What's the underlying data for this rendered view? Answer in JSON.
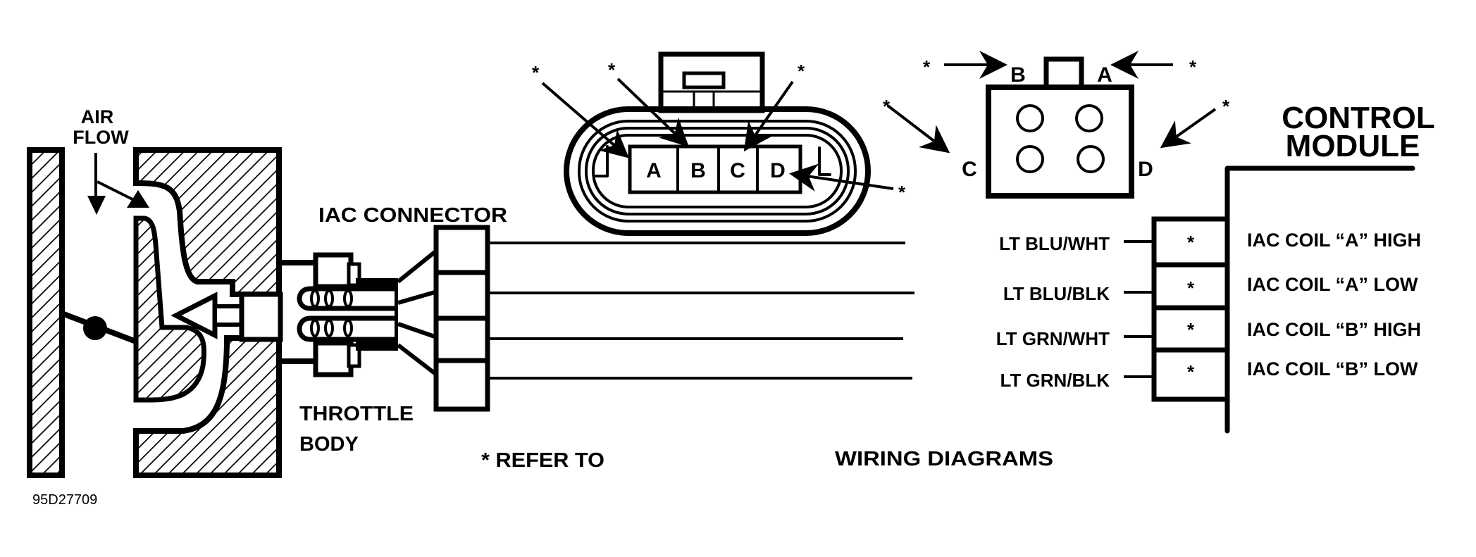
{
  "diagram": {
    "title": "IAC Valve Circuit",
    "figure_id": "95D27709",
    "colors": {
      "ink": "#000000",
      "paper": "#ffffff"
    },
    "labels": {
      "air_flow_line1": "AIR",
      "air_flow_line2": "FLOW",
      "iac_connector": "IAC CONNECTOR",
      "throttle_body_line1": "THROTTLE",
      "throttle_body_line2": "BODY",
      "refer_to": "* REFER TO",
      "wiring_diagrams": "WIRING DIAGRAMS",
      "control_module_line1": "CONTROL",
      "control_module_line2": "MODULE"
    },
    "oval_connector": {
      "pins": [
        "A",
        "B",
        "C",
        "D"
      ],
      "callout_marker": "*"
    },
    "square_connector": {
      "pins_top": [
        "B",
        "A"
      ],
      "pins_side": [
        "C",
        "D"
      ],
      "callout_marker": "*"
    },
    "circuits": [
      {
        "wire_color": "LT BLU/WHT",
        "module_pin": "*",
        "function": "IAC COIL “A” HIGH"
      },
      {
        "wire_color": "LT BLU/BLK",
        "module_pin": "*",
        "function": "IAC COIL “A” LOW"
      },
      {
        "wire_color": "LT GRN/WHT",
        "module_pin": "*",
        "function": "IAC COIL “B” HIGH"
      },
      {
        "wire_color": "LT GRN/BLK",
        "module_pin": "*",
        "function": "IAC COIL “B” LOW"
      }
    ]
  }
}
